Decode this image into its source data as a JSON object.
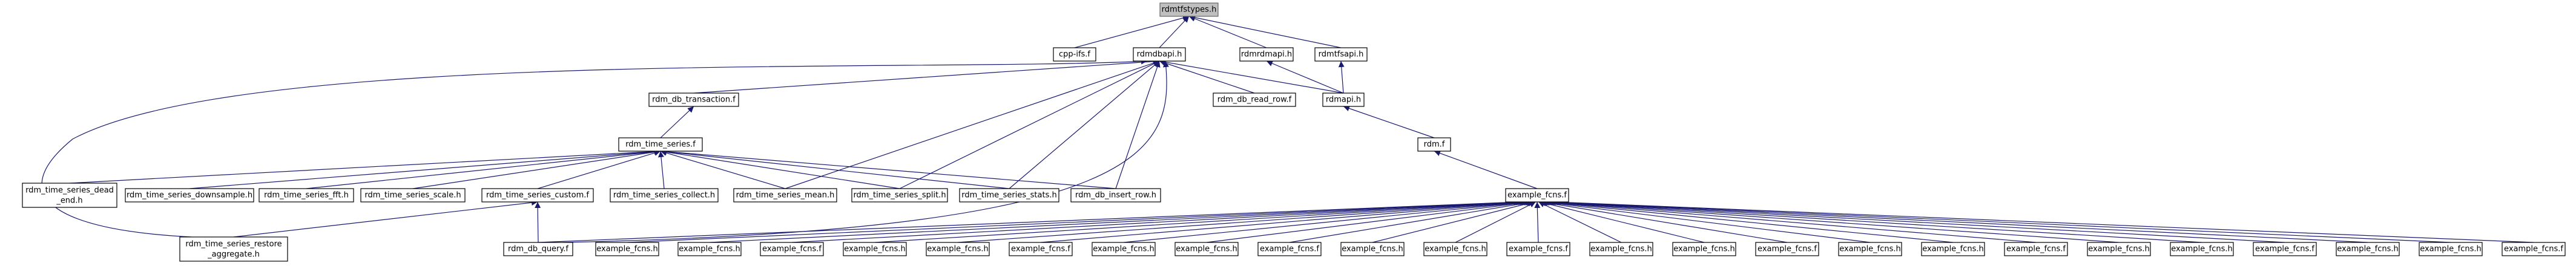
{
  "nodes": [
    {
      "id": "rdmtfstypes",
      "label": "rdmtfstypes.h",
      "root": true
    },
    {
      "id": "cppifs",
      "label": "cpp-ifs.f"
    },
    {
      "id": "rdmdbapi",
      "label": "rdmdbapi.h"
    },
    {
      "id": "rdmrdmapi",
      "label": "rdmrdmapi.h"
    },
    {
      "id": "rdmtfsapi",
      "label": "rdmtfsapi.h"
    },
    {
      "id": "rdm_db_transaction",
      "label": "rdm_db_transaction.f"
    },
    {
      "id": "rdm_db_read_row",
      "label": "rdm_db_read_row.f"
    },
    {
      "id": "rdmapi",
      "label": "rdmapi.h"
    },
    {
      "id": "rdm_time_series",
      "label": "rdm_time_series.f"
    },
    {
      "id": "rdmf",
      "label": "rdm.f"
    },
    {
      "id": "ts_dead_end",
      "label": [
        "rdm_time_series_dead",
        "_end.h"
      ]
    },
    {
      "id": "ts_downsample",
      "label": "rdm_time_series_downsample.h"
    },
    {
      "id": "ts_fft",
      "label": "rdm_time_series_fft.h"
    },
    {
      "id": "ts_scale",
      "label": "rdm_time_series_scale.h"
    },
    {
      "id": "ts_custom",
      "label": "rdm_time_series_custom.f"
    },
    {
      "id": "ts_collect",
      "label": "rdm_time_series_collect.h"
    },
    {
      "id": "ts_mean",
      "label": "rdm_time_series_mean.h"
    },
    {
      "id": "ts_split",
      "label": "rdm_time_series_split.h"
    },
    {
      "id": "ts_stats",
      "label": "rdm_time_series_stats.h"
    },
    {
      "id": "db_insert_row",
      "label": "rdm_db_insert_row.h"
    },
    {
      "id": "example_fcns_top",
      "label": "example_fcns.f"
    },
    {
      "id": "ts_restore",
      "label": [
        "rdm_time_series_restore",
        "_aggregate.h"
      ]
    },
    {
      "id": "db_query",
      "label": "rdm_db_query.f"
    },
    {
      "id": "ex1",
      "label": "example_fcns.h"
    },
    {
      "id": "ex2",
      "label": "example_fcns.h"
    },
    {
      "id": "ex3",
      "label": "example_fcns.f"
    },
    {
      "id": "ex4",
      "label": "example_fcns.h"
    },
    {
      "id": "ex5",
      "label": "example_fcns.h"
    },
    {
      "id": "ex6",
      "label": "example_fcns.f"
    },
    {
      "id": "ex7",
      "label": "example_fcns.h"
    },
    {
      "id": "ex8",
      "label": "example_fcns.h"
    },
    {
      "id": "ex9",
      "label": "example_fcns.f"
    },
    {
      "id": "ex10",
      "label": "example_fcns.h"
    },
    {
      "id": "ex11",
      "label": "example_fcns.h"
    },
    {
      "id": "ex12",
      "label": "example_fcns.f"
    },
    {
      "id": "ex13",
      "label": "example_fcns.h"
    },
    {
      "id": "ex14",
      "label": "example_fcns.h"
    },
    {
      "id": "ex15",
      "label": "example_fcns.f"
    },
    {
      "id": "ex16",
      "label": "example_fcns.h"
    },
    {
      "id": "ex17",
      "label": "example_fcns.h"
    },
    {
      "id": "ex18",
      "label": "example_fcns.f"
    },
    {
      "id": "ex19",
      "label": "example_fcns.h"
    },
    {
      "id": "ex20",
      "label": "example_fcns.h"
    },
    {
      "id": "ex21",
      "label": "example_fcns.f"
    },
    {
      "id": "ex22",
      "label": "example_fcns.h"
    },
    {
      "id": "ex23",
      "label": "example_fcns.h"
    },
    {
      "id": "ex24",
      "label": "example_fcns.f"
    }
  ],
  "edges": [
    [
      "cppifs",
      "rdmtfstypes"
    ],
    [
      "rdmdbapi",
      "rdmtfstypes"
    ],
    [
      "rdmrdmapi",
      "rdmtfstypes"
    ],
    [
      "rdmtfsapi",
      "rdmtfstypes"
    ],
    [
      "rdm_db_transaction",
      "rdmdbapi"
    ],
    [
      "rdm_db_read_row",
      "rdmdbapi"
    ],
    [
      "rdmapi",
      "rdmdbapi"
    ],
    [
      "rdmapi",
      "rdmrdmapi"
    ],
    [
      "rdmapi",
      "rdmtfsapi"
    ],
    [
      "rdm_time_series",
      "rdm_db_transaction"
    ],
    [
      "rdmf",
      "rdmapi"
    ],
    [
      "ts_dead_end",
      "rdm_time_series"
    ],
    [
      "ts_downsample",
      "rdm_time_series"
    ],
    [
      "ts_fft",
      "rdm_time_series"
    ],
    [
      "ts_scale",
      "rdm_time_series"
    ],
    [
      "ts_custom",
      "rdm_time_series"
    ],
    [
      "ts_collect",
      "rdm_time_series"
    ],
    [
      "ts_mean",
      "rdm_time_series"
    ],
    [
      "ts_split",
      "rdm_time_series"
    ],
    [
      "ts_stats",
      "rdm_time_series"
    ],
    [
      "db_insert_row",
      "rdm_time_series"
    ],
    [
      "ts_mean",
      "rdmdbapi"
    ],
    [
      "ts_split",
      "rdmdbapi"
    ],
    [
      "ts_stats",
      "rdmdbapi"
    ],
    [
      "db_insert_row",
      "rdmdbapi"
    ],
    [
      "db_query",
      "rdmdbapi"
    ],
    [
      "ts_restore",
      "rdmdbapi"
    ],
    [
      "ts_restore",
      "ts_custom"
    ],
    [
      "db_query",
      "ts_custom"
    ],
    [
      "example_fcns_top",
      "rdmf"
    ],
    [
      "db_query",
      "example_fcns_top"
    ],
    [
      "ex1",
      "example_fcns_top"
    ],
    [
      "ex2",
      "example_fcns_top"
    ],
    [
      "ex3",
      "example_fcns_top"
    ],
    [
      "ex4",
      "example_fcns_top"
    ],
    [
      "ex5",
      "example_fcns_top"
    ],
    [
      "ex6",
      "example_fcns_top"
    ],
    [
      "ex7",
      "example_fcns_top"
    ],
    [
      "ex8",
      "example_fcns_top"
    ],
    [
      "ex9",
      "example_fcns_top"
    ],
    [
      "ex10",
      "example_fcns_top"
    ],
    [
      "ex11",
      "example_fcns_top"
    ],
    [
      "ex12",
      "example_fcns_top"
    ],
    [
      "ex13",
      "example_fcns_top"
    ],
    [
      "ex14",
      "example_fcns_top"
    ],
    [
      "ex15",
      "example_fcns_top"
    ],
    [
      "ex16",
      "example_fcns_top"
    ],
    [
      "ex17",
      "example_fcns_top"
    ],
    [
      "ex18",
      "example_fcns_top"
    ],
    [
      "ex19",
      "example_fcns_top"
    ],
    [
      "ex20",
      "example_fcns_top"
    ],
    [
      "ex21",
      "example_fcns_top"
    ],
    [
      "ex22",
      "example_fcns_top"
    ],
    [
      "ex23",
      "example_fcns_top"
    ],
    [
      "ex24",
      "example_fcns_top"
    ]
  ],
  "colors": {
    "edge": "#191970",
    "root_fill": "#bfbfbf",
    "node_border": "#000000"
  }
}
